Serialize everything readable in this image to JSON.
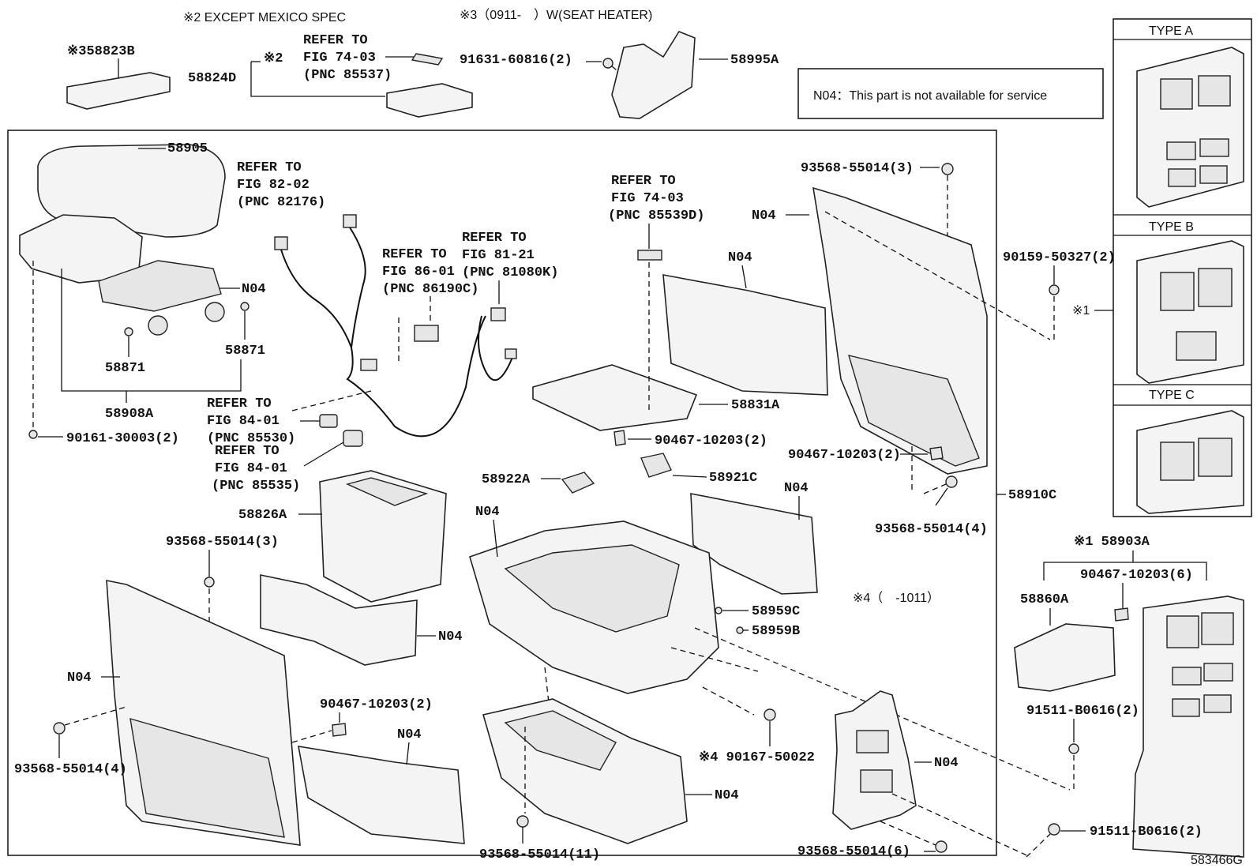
{
  "notes": {
    "except_mexico": "※2 EXCEPT MEXICO SPEC",
    "seat_heater": "※3（0911-　）W(SEAT HEATER)",
    "n04_legend": "N04：This part is not available for service",
    "year_note": "※4（　-1011）",
    "figure_id": "583466G"
  },
  "type_panel": {
    "type_a": "TYPE A",
    "type_b": "TYPE B",
    "type_c": "TYPE C",
    "marker": "※1"
  },
  "refs": {
    "fig74_03_top": [
      "REFER TO",
      "FIG 74-03",
      "(PNC 85537)"
    ],
    "fig82_02": [
      "REFER TO",
      "FIG 82-02",
      "(PNC 82176)"
    ],
    "fig86_01": [
      "REFER TO",
      "FIG 86-01",
      "(PNC 86190C)"
    ],
    "fig81_21": [
      "REFER TO",
      "FIG 81-21",
      "(PNC 81080K)"
    ],
    "fig74_03_mid": [
      "REFER TO",
      "FIG 74-03",
      "(PNC 85539D)"
    ],
    "fig84_01_a": [
      "REFER TO",
      "FIG 84-01",
      "(PNC 85530)"
    ],
    "fig84_01_b": [
      "REFER TO",
      "FIG 84-01",
      "(PNC 85535)"
    ]
  },
  "parts": {
    "p58823b": "※358823B",
    "p58824d": "58824D",
    "mark2": "※2",
    "p91631": "91631-60816(2)",
    "p58995a": "58995A",
    "p58905": "58905",
    "n04_tray": "N04",
    "p58871_r": "58871",
    "p58871_l": "58871",
    "p58908a": "58908A",
    "p90161": "90161-30003(2)",
    "p93568_top": "93568-55014(3)",
    "n04_side_top": "N04",
    "n04_panel_mid": "N04",
    "p90159": "90159-50327(2)",
    "mark1": "※1",
    "p58831a": "58831A",
    "p90467_mid": "90467-10203(2)",
    "p90467_right": "90467-10203(2)",
    "p58921c": "58921C",
    "p58922a": "58922A",
    "p58910c": "58910C",
    "p93568_right": "93568-55014(4)",
    "n04_right_pad": "N04",
    "n04_center": "N04",
    "p58826a": "58826A",
    "p93568_left_top": "93568-55014(3)",
    "n04_left_pad": "N04",
    "n04_left_panel": "N04",
    "p58959c": "58959C",
    "p58959b": "58959B",
    "p90467_low": "90467-10203(2)",
    "n04_low_pad": "N04",
    "p93568_left_low": "93568-55014(4)",
    "p90167": "※4 90167-50022",
    "n04_box": "N04",
    "n04_bracket": "N04",
    "p93568_bot": "93568-55014(11)",
    "p93568_bot_r": "93568-55014(6)",
    "p58903a": "※1 58903A",
    "p90467_six": "90467-10203(6)",
    "p58860a": "58860A",
    "p91511_a": "91511-B0616(2)",
    "p91511_b": "91511-B0616(2)"
  }
}
